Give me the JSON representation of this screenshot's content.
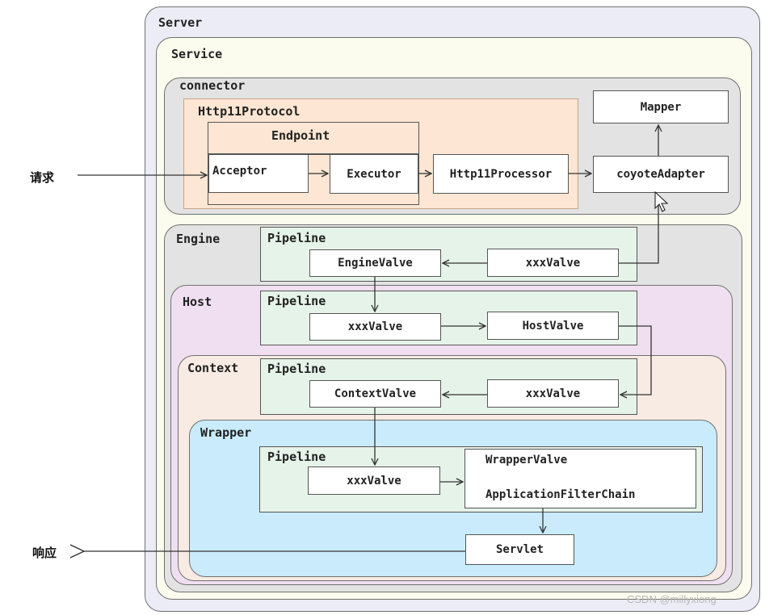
{
  "labels": {
    "server": "Server",
    "service": "Service",
    "connector": "connector",
    "http11protocol": "Http11Protocol",
    "endpoint": "Endpoint",
    "engine": "Engine",
    "host": "Host",
    "context": "Context",
    "wrapper": "Wrapper",
    "pipeline": "Pipeline"
  },
  "boxes": {
    "acceptor": "Acceptor",
    "executor": "Executor",
    "http11processor": "Http11Processor",
    "mapper": "Mapper",
    "coyote_adapter": "coyoteAdapter",
    "engine_valve": "EngineValve",
    "xxx_valve": "xxxValve",
    "host_valve": "HostValve",
    "context_valve": "ContextValve",
    "wrapper_valve": "WrapperValve",
    "application_filter_chain": "ApplicationFilterChain",
    "servlet": "Servlet"
  },
  "side": {
    "request": "请求",
    "response": "响应"
  },
  "watermark": "CSDN @millyxiong",
  "colors": {
    "server_bg": "#ececf6",
    "service_bg": "#fbfbee",
    "connector_bg": "#e3e3e3",
    "protocol_bg": "#fde6d3",
    "engine_bg": "#e3e3e3",
    "host_bg": "#f0dff0",
    "context_bg": "#f8ebe3",
    "wrapper_bg": "#c9ebfb",
    "pipeline_bg": "#e6f3e9"
  }
}
